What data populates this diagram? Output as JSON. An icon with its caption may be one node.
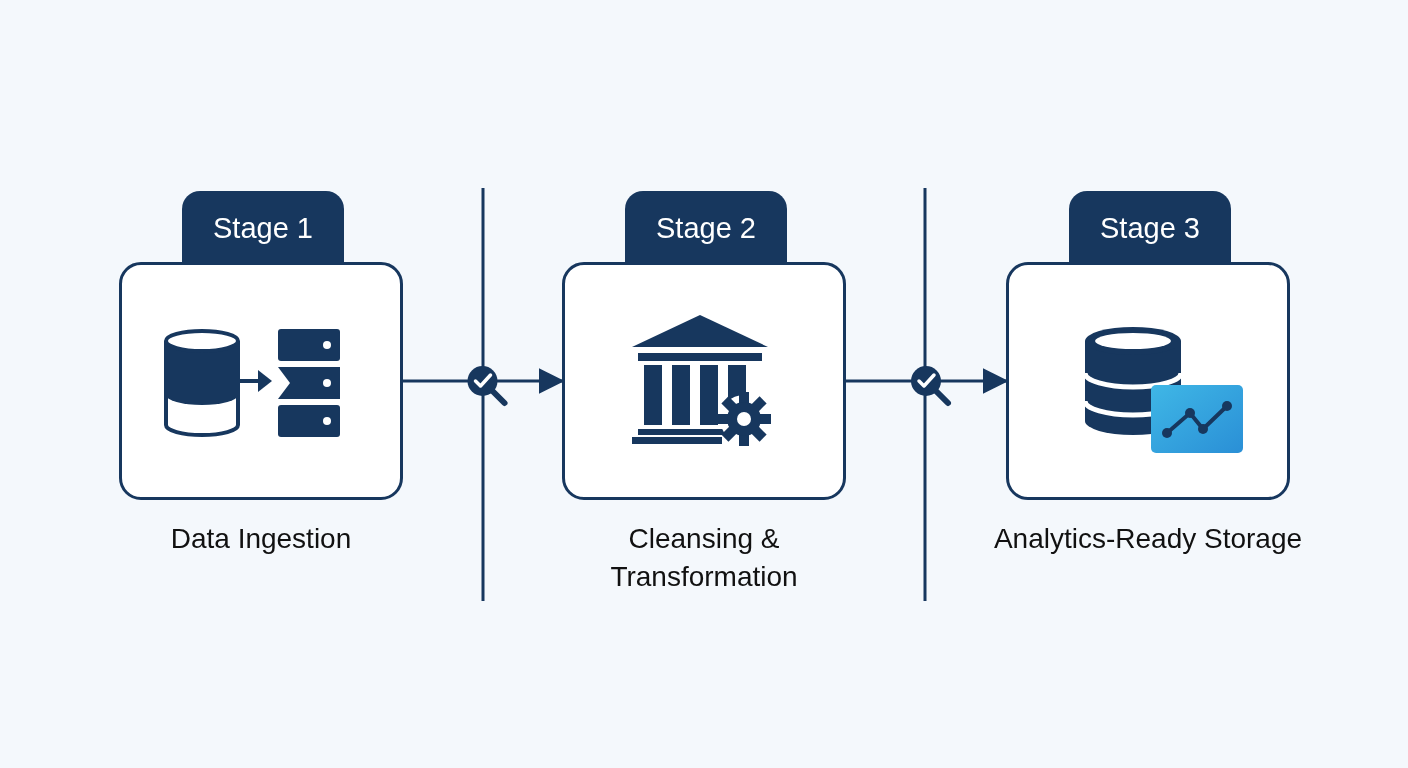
{
  "diagram": {
    "nodes": [
      {
        "text": [
          "Stage 1"
        ],
        "beside": [
          "Data Ingestion"
        ]
      },
      {
        "text": [
          "Stage 2"
        ],
        "beside": [
          "Cleansing & Transformation"
        ]
      },
      {
        "text": [
          "Stage 3"
        ],
        "beside": [
          "Analytics-Ready Storage"
        ]
      }
    ],
    "edges": [
      {
        "from": 0,
        "to": 1,
        "arrow": "to"
      },
      {
        "from": 1,
        "to": 2,
        "arrow": "to"
      }
    ]
  }
}
